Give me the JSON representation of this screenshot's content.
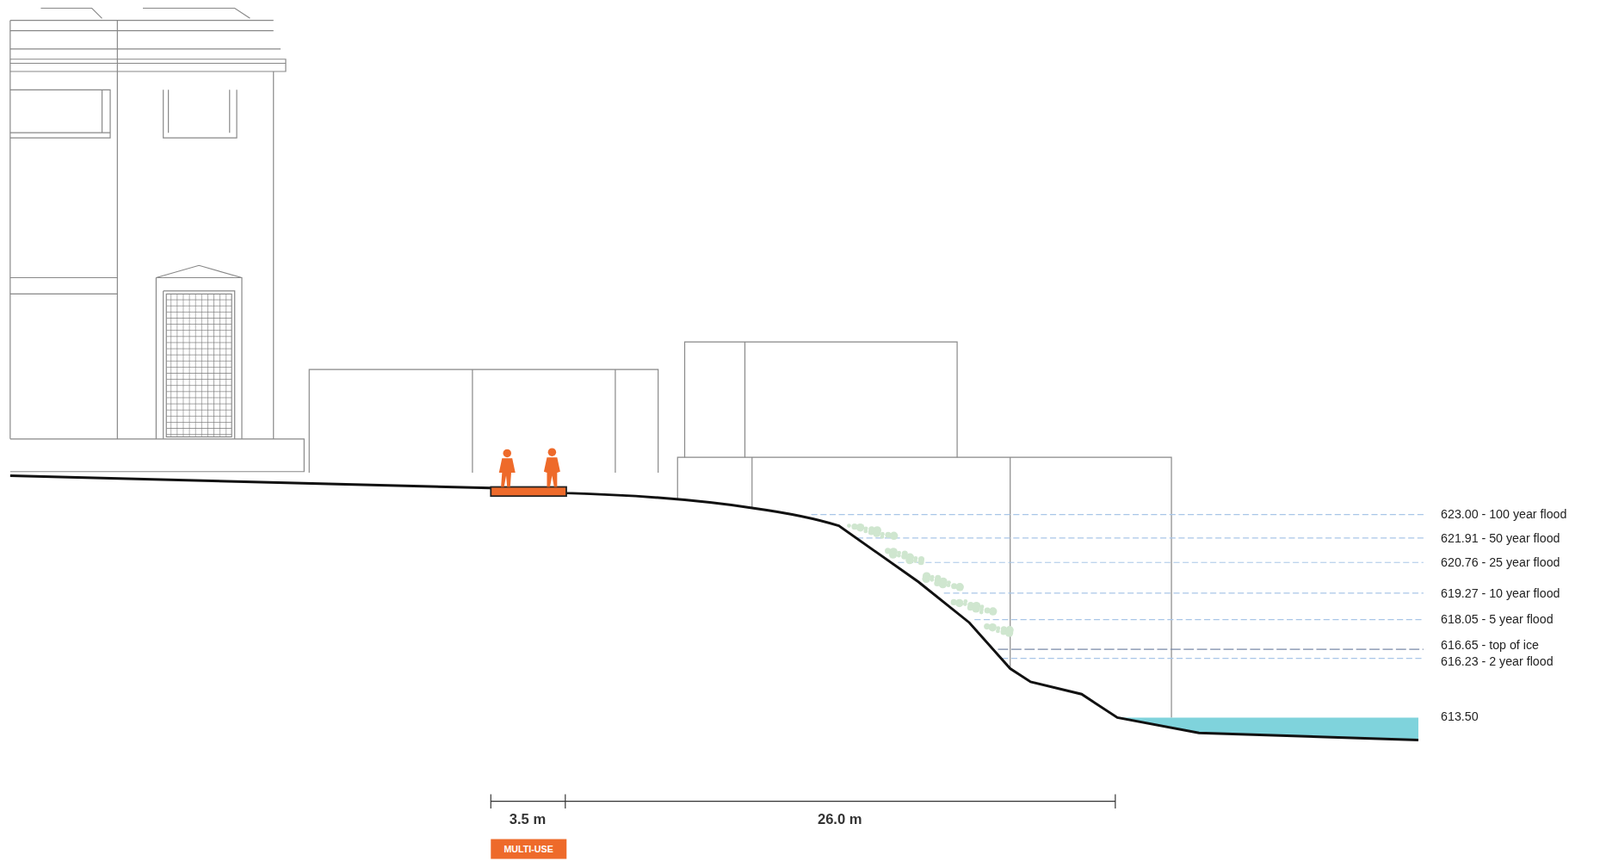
{
  "diagram": {
    "nodes": [
      {
        "text": [
          "MULTI-USE"
        ]
      }
    ],
    "labels": [
      "623.00 - 100 year flood",
      "621.91 - 50 year flood",
      "620.76 - 25 year flood",
      "619.27 - 10 year flood",
      "618.05 - 5 year flood",
      "616.65 - top of ice",
      "616.23 - 2 year flood",
      "613.50",
      "3.5 m",
      "26.0 m"
    ]
  }
}
